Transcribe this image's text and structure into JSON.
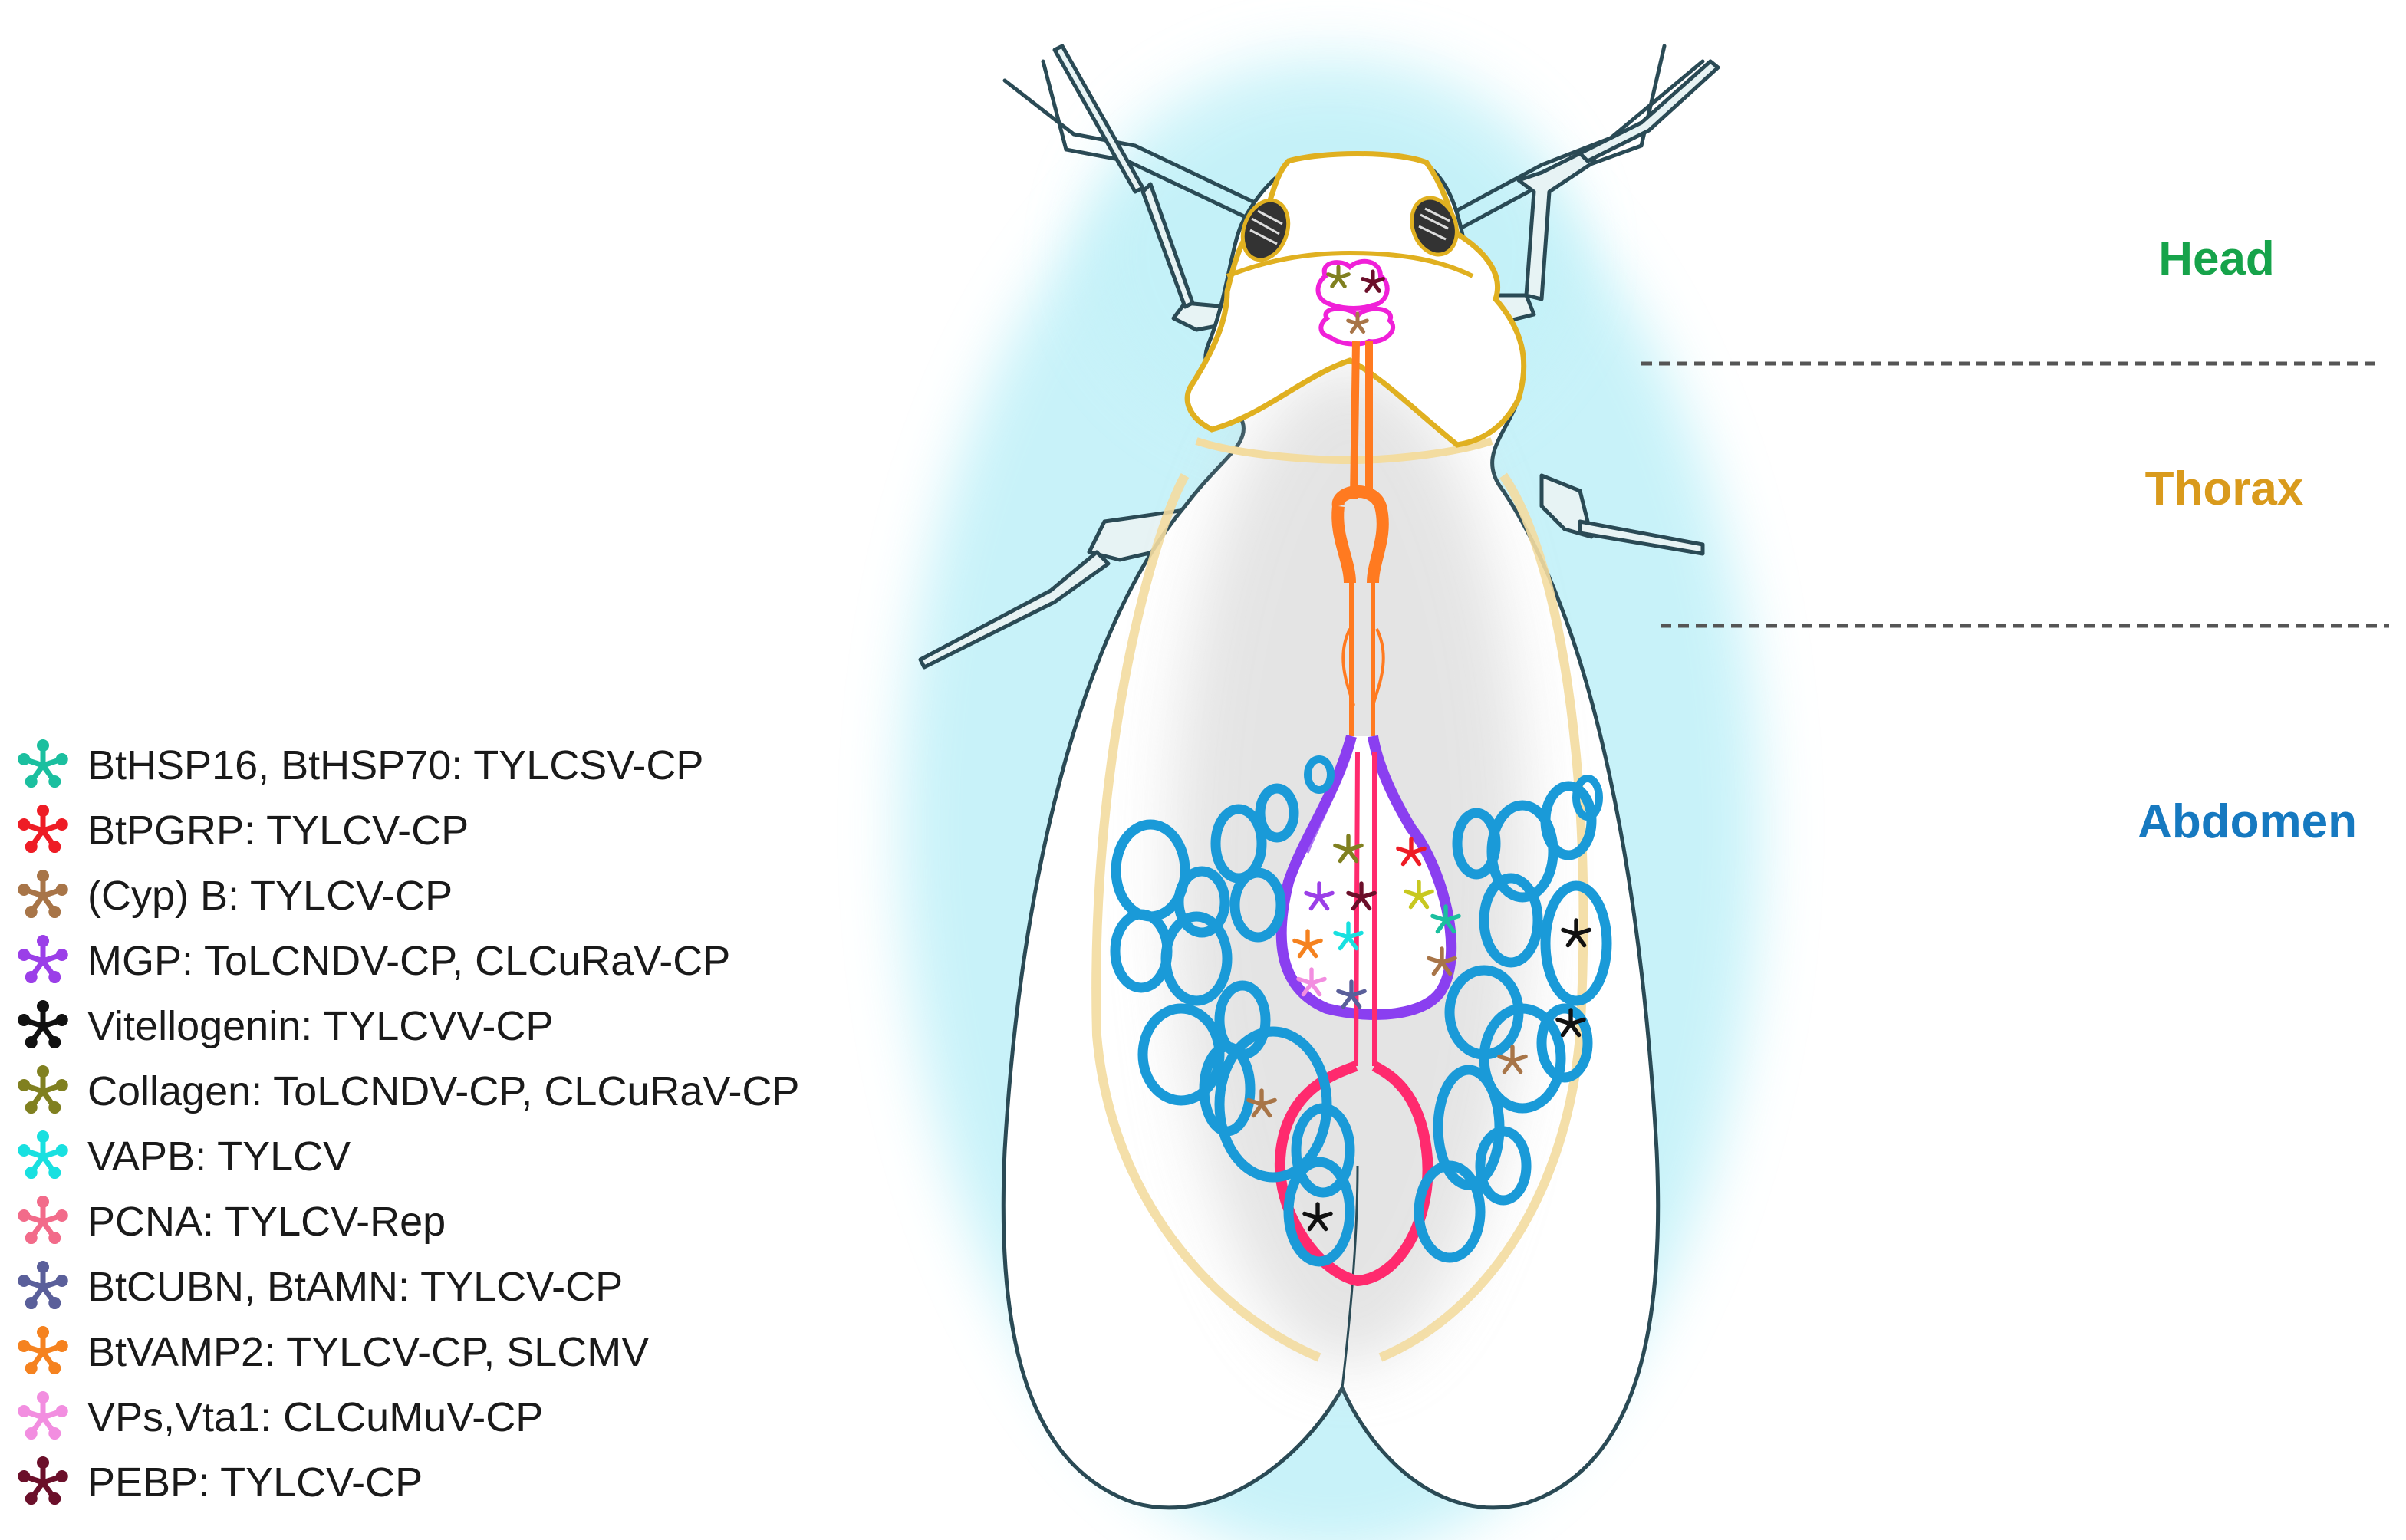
{
  "regions": {
    "head": {
      "label": "Head",
      "color": "#16a34a"
    },
    "thorax": {
      "label": "Thorax",
      "color": "#d99a1c"
    },
    "abdomen": {
      "label": "Abdomen",
      "color": "#1679c0"
    }
  },
  "legend": [
    {
      "label": "BtHSP16, BtHSP70: TYLCSV-CP",
      "color": "#1bbf9f",
      "icon": "asterisk-icon"
    },
    {
      "label": "BtPGRP: TYLCV-CP",
      "color": "#ee1c25",
      "icon": "asterisk-icon"
    },
    {
      "label": "(Cyp) B: TYLCV-CP",
      "color": "#a87548",
      "icon": "asterisk-icon"
    },
    {
      "label": "MGP: ToLCNDV-CP, CLCuRaV-CP",
      "color": "#9b3fe8",
      "icon": "asterisk-icon"
    },
    {
      "label": "Vitellogenin: TYLCVV-CP",
      "color": "#111111",
      "icon": "asterisk-icon"
    },
    {
      "label": "Collagen: ToLCNDV-CP, CLCuRaV-CP",
      "color": "#808020",
      "icon": "asterisk-icon"
    },
    {
      "label": "VAPB: TYLCV",
      "color": "#18e0e0",
      "icon": "asterisk-icon"
    },
    {
      "label": "PCNA: TYLCV-Rep",
      "color": "#f26b8a",
      "icon": "asterisk-icon"
    },
    {
      "label": "BtCUBN, BtAMN: TYLCV-CP",
      "color": "#5a5f9a",
      "icon": "asterisk-icon"
    },
    {
      "label": "BtVAMP2: TYLCV-CP, SLCMV",
      "color": "#f5821f",
      "icon": "asterisk-icon"
    },
    {
      "label": "VPs,Vta1: CLCuMuV-CP",
      "color": "#f28ee0",
      "icon": "asterisk-icon"
    },
    {
      "label": "PEBP: TYLCV-CP",
      "color": "#6b0f2a",
      "icon": "asterisk-icon"
    }
  ],
  "colors": {
    "outline": "#2a4a55",
    "glow": "#9fe7f2",
    "headOutline": "#e0b020",
    "thoraxBand": "#f3dca0",
    "gut": "#ff2a6e",
    "foregut": "#ff7a20",
    "midgut": "#8a3ff0",
    "glands": "#1a9ad8",
    "brain": "#f020d8",
    "divider": "#555555"
  }
}
